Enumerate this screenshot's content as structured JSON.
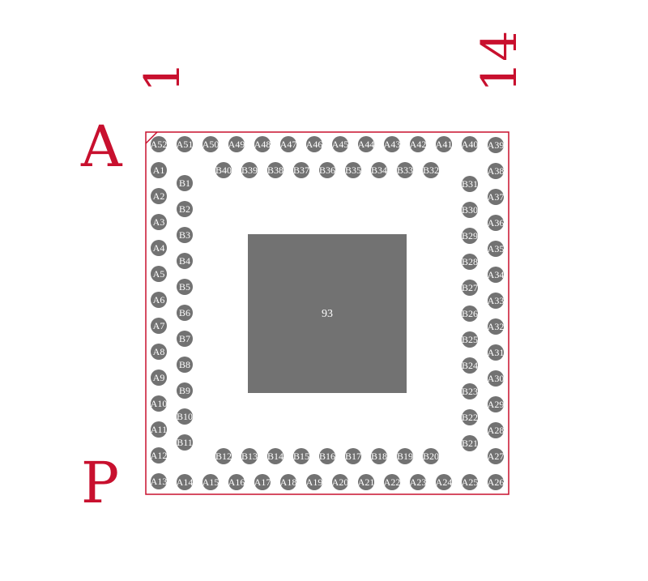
{
  "labels": {
    "row_top": "A",
    "row_bottom": "P",
    "col_left": "1",
    "col_right": "14"
  },
  "colors": {
    "outline": "#c8102e",
    "pad": "#727272",
    "pad_text": "#ffffff",
    "background": "#ffffff"
  },
  "thermal_pad": {
    "label": "93"
  },
  "pads": {
    "outer_left": [
      "A52",
      "A1",
      "A2",
      "A3",
      "A4",
      "A5",
      "A6",
      "A7",
      "A8",
      "A9",
      "A10",
      "A11",
      "A12",
      "A13"
    ],
    "outer_bottom": [
      "A14",
      "A15",
      "A16",
      "A17",
      "A18",
      "A19",
      "A20",
      "A21",
      "A22",
      "A23",
      "A24",
      "A25"
    ],
    "outer_right_bottom_up": [
      "A26",
      "A27",
      "A28",
      "A29",
      "A30",
      "A31",
      "A32",
      "A33",
      "A34",
      "A35",
      "A36",
      "A37",
      "A38",
      "A39"
    ],
    "outer_top_right_to_left": [
      "A40",
      "A41",
      "A42",
      "A43",
      "A44",
      "A45",
      "A46",
      "A47",
      "A48",
      "A49",
      "A50",
      "A51"
    ],
    "inner_left": [
      "B1",
      "B2",
      "B3",
      "B4",
      "B5",
      "B6",
      "B7",
      "B8",
      "B9",
      "B10",
      "B11"
    ],
    "inner_bottom": [
      "B12",
      "B13",
      "B14",
      "B15",
      "B16",
      "B17",
      "B18",
      "B19",
      "B20"
    ],
    "inner_right_bottom_up": [
      "B21",
      "B22",
      "B23",
      "B24",
      "B25",
      "B26",
      "B27",
      "B28",
      "B29",
      "B30",
      "B31"
    ],
    "inner_top_right_to_left": [
      "B32",
      "B33",
      "B34",
      "B35",
      "B36",
      "B37",
      "B38",
      "B39",
      "B40"
    ]
  }
}
